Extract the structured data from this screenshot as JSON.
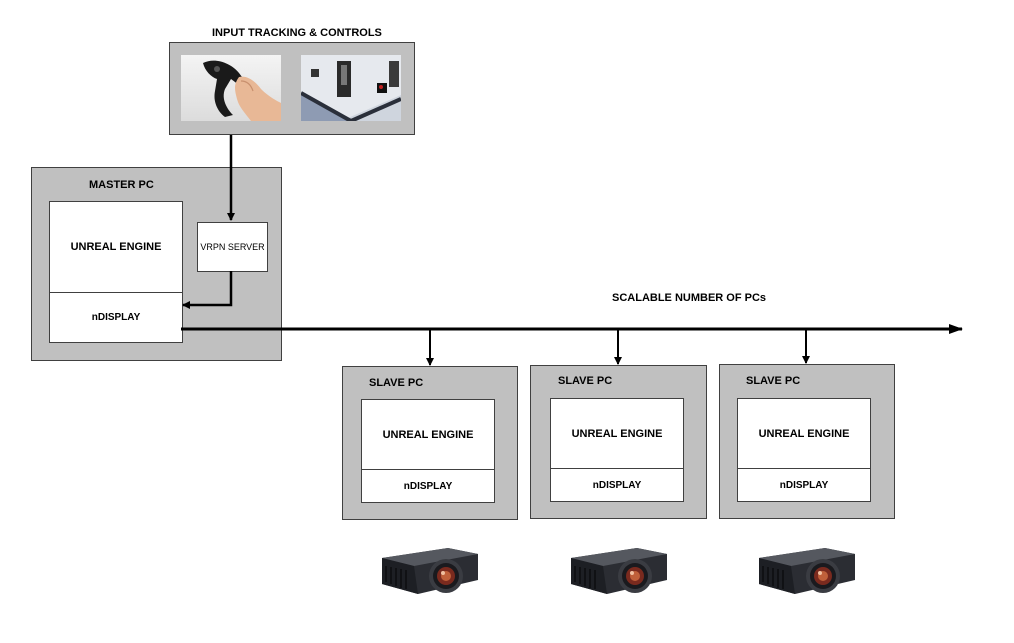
{
  "input": {
    "title": "INPUT TRACKING & CONTROLS",
    "images": [
      "hand-controller-photo",
      "tracking-camera-photo"
    ]
  },
  "master": {
    "title": "MASTER PC",
    "engine": "UNREAL ENGINE",
    "ndisplay": "nDISPLAY",
    "vrpn": "VRPN SERVER"
  },
  "network": {
    "label": "SCALABLE NUMBER OF PCs"
  },
  "slaves": [
    {
      "title": "SLAVE PC",
      "engine": "UNREAL ENGINE",
      "ndisplay": "nDISPLAY"
    },
    {
      "title": "SLAVE PC",
      "engine": "UNREAL ENGINE",
      "ndisplay": "nDISPLAY"
    },
    {
      "title": "SLAVE PC",
      "engine": "UNREAL ENGINE",
      "ndisplay": "nDISPLAY"
    }
  ],
  "projectors": [
    "projector",
    "projector",
    "projector"
  ],
  "colors": {
    "box_fill": "#c0c0c0",
    "line": "#000000",
    "border": "#404040"
  }
}
